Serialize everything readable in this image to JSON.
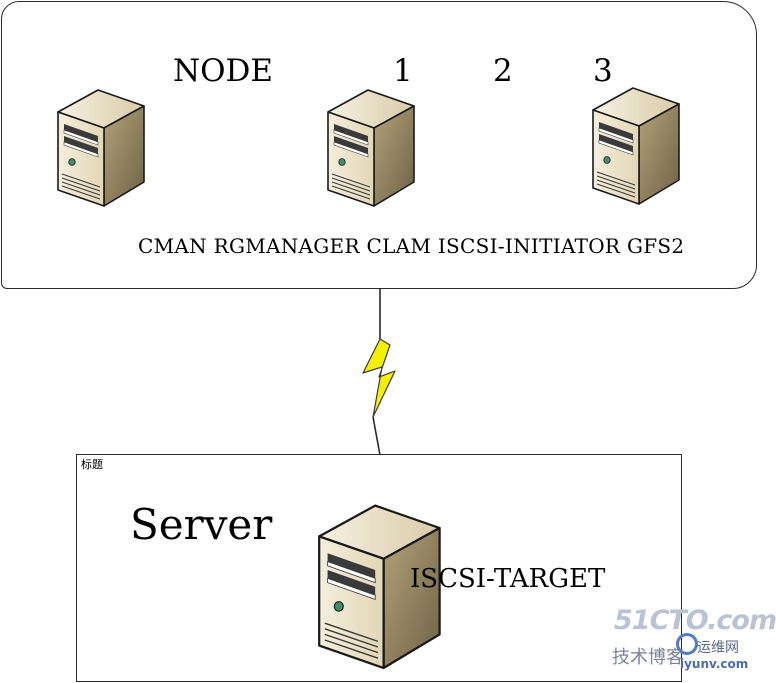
{
  "cluster": {
    "node_label": "NODE",
    "node_numbers": [
      "1",
      "2",
      "3"
    ],
    "services": "CMAN RGMANAGER  CLAM  ISCSI-INITIATOR  GFS2"
  },
  "server": {
    "frame_title": "标题",
    "label": "Server",
    "service": "ISCSI-TARGET"
  },
  "watermark": {
    "site": "51CTO.com",
    "left_text": "技术博客",
    "right_text": "运维网",
    "url": "iyunv.com"
  },
  "icons": {
    "cluster_servers": [
      "server-tower-icon",
      "server-tower-icon",
      "server-tower-icon"
    ],
    "target_server": "server-tower-icon",
    "link": "lightning-bolt-icon"
  },
  "colors": {
    "server_front": "#ebe1c8",
    "server_side": "#8c7e5a",
    "bolt_fill": "#f5f000"
  }
}
